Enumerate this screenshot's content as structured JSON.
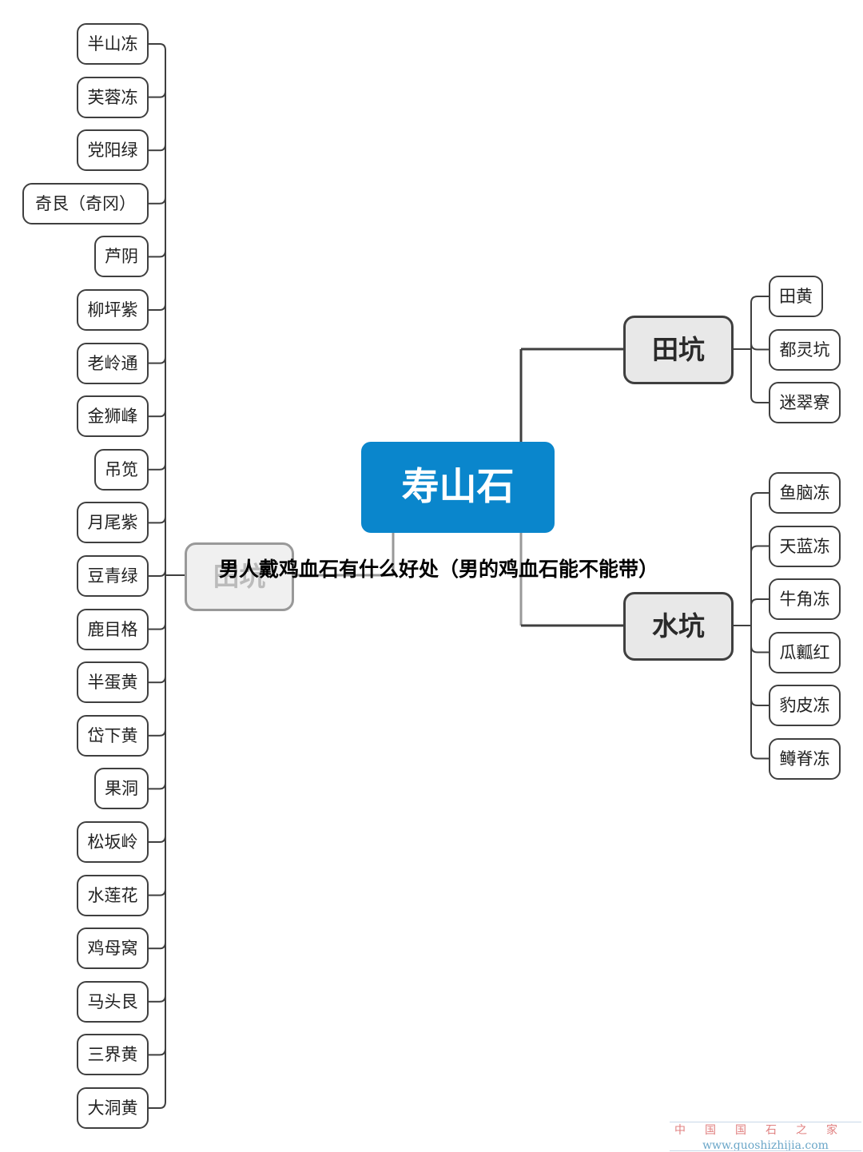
{
  "root": {
    "label": "寿山石"
  },
  "branches": {
    "left": {
      "label": "田坑"
    },
    "tiankeng": {
      "label": "田坑",
      "children": [
        "田黄",
        "都灵坑",
        "迷翠寮"
      ]
    },
    "shuikeng": {
      "label": "水坑",
      "children": [
        "鱼脑冻",
        "天蓝冻",
        "牛角冻",
        "瓜瓤红",
        "豹皮冻",
        "鳟脊冻"
      ]
    }
  },
  "left_children": [
    "半山冻",
    "芙蓉冻",
    "党阳绿",
    "奇艮（奇冈）",
    "芦阴",
    "柳坪紫",
    "老岭通",
    "金狮峰",
    "吊笕",
    "月尾紫",
    "豆青绿",
    "鹿目格",
    "半蛋黄",
    "岱下黄",
    "果洞",
    "松坂岭",
    "水莲花",
    "鸡母窝",
    "马头艮",
    "三界黄",
    "大洞黄"
  ],
  "overlay_title": "男人戴鸡血石有什么好处（男的鸡血石能不能带）",
  "watermark": {
    "chinese": "中国国石之家",
    "url": "www.guoshizhijia.com"
  },
  "colors": {
    "root_fill": "#0a86cc",
    "connector": "#3f3f3f",
    "branch_fill": "#e8e8e8"
  }
}
